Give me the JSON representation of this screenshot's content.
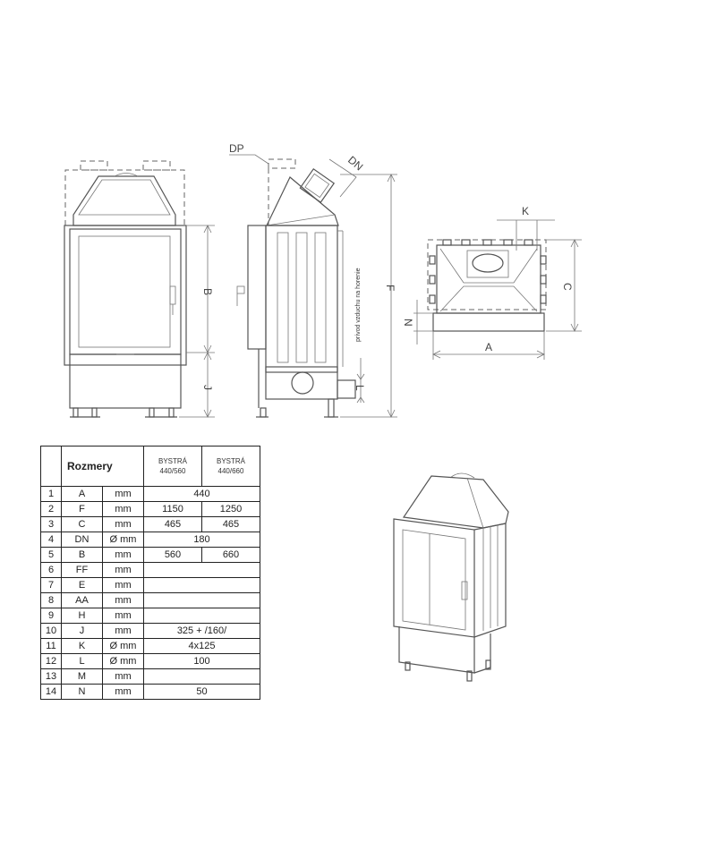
{
  "drawing": {
    "labels": {
      "dp": "DP",
      "dn": "DN",
      "b": "B",
      "j": "J",
      "f": "F",
      "l": "L",
      "k": "K",
      "c": "C",
      "n": "N",
      "a": "A",
      "air_supply_note": "prívod vzduchu na horenie"
    }
  },
  "table": {
    "title": "Rozmery",
    "models": [
      {
        "line1": "BYSTRÁ",
        "line2": "440/560"
      },
      {
        "line1": "BYSTRÁ",
        "line2": "440/660"
      }
    ],
    "rows": [
      {
        "num": "1",
        "symbol": "A",
        "unit": "mm",
        "value": "440",
        "merged": true
      },
      {
        "num": "2",
        "symbol": "F",
        "unit": "mm",
        "v1": "1150",
        "v2": "1250",
        "merged": false
      },
      {
        "num": "3",
        "symbol": "C",
        "unit": "mm",
        "v1": "465",
        "v2": "465",
        "merged": false
      },
      {
        "num": "4",
        "symbol": "DN",
        "unit": "Ø mm",
        "value": "180",
        "merged": true
      },
      {
        "num": "5",
        "symbol": "B",
        "unit": "mm",
        "v1": "560",
        "v2": "660",
        "merged": false
      },
      {
        "num": "6",
        "symbol": "FF",
        "unit": "mm",
        "value": "",
        "merged": true
      },
      {
        "num": "7",
        "symbol": "E",
        "unit": "mm",
        "value": "",
        "merged": true
      },
      {
        "num": "8",
        "symbol": "AA",
        "unit": "mm",
        "value": "",
        "merged": true
      },
      {
        "num": "9",
        "symbol": "H",
        "unit": "mm",
        "value": "",
        "merged": true
      },
      {
        "num": "10",
        "symbol": "J",
        "unit": "mm",
        "value": "325 + /160/",
        "merged": true
      },
      {
        "num": "11",
        "symbol": "K",
        "unit": "Ø mm",
        "value": "4x125",
        "merged": true
      },
      {
        "num": "12",
        "symbol": "L",
        "unit": "Ø mm",
        "value": "100",
        "merged": true
      },
      {
        "num": "13",
        "symbol": "M",
        "unit": "mm",
        "value": "",
        "merged": true
      },
      {
        "num": "14",
        "symbol": "N",
        "unit": "mm",
        "value": "50",
        "merged": true
      }
    ]
  }
}
